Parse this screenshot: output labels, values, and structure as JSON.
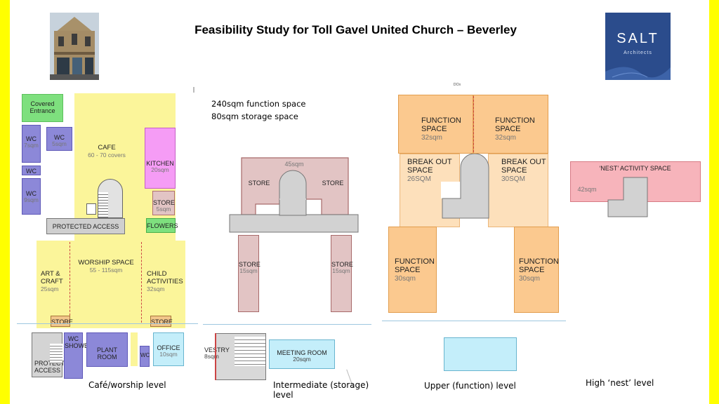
{
  "title": "Feasibility Study for Toll Gavel United Church – Beverley",
  "logo": {
    "text": "SALT",
    "subtext": "Architects",
    "color": "#2b4c8c"
  },
  "notes": {
    "line1": "240sqm function space",
    "line2": "80sqm storage space"
  },
  "levels": {
    "cafe": {
      "caption": "Café/worship level",
      "covered_entrance": "Covered Entrance",
      "wc_label": "WC",
      "wc1_area": "7sqm",
      "wc2_area": "5sqm",
      "wc4_area": "9sqm",
      "cafe": "CAFE",
      "cafe_covers": "60 - 70 covers",
      "kitchen": "KITCHEN",
      "kitchen_area": "20sqm",
      "store": "STORE",
      "store_area": "5sqm",
      "flowers": "FLOWERS",
      "protected_access": "PROTECTED ACCESS",
      "worship": "WORSHIP SPACE",
      "worship_area": "55 - 115sqm",
      "art": "ART & CRAFT",
      "art_area": "25sqm",
      "child": "CHILD ACTIVITIES",
      "child_area": "32sqm",
      "store_left": "STORE",
      "store_right": "STORE",
      "protected_access_lower": "PROTECTED ACCESS",
      "wc_shower": "WC SHOWER",
      "plant_room": "PLANT ROOM",
      "wc_small": "WC",
      "office": "OFFICE",
      "office_area": "10sqm"
    },
    "intermediate": {
      "caption": "Intermediate (storage) level",
      "top_area": "45sqm",
      "store_a": "STORE",
      "store_b": "STORE",
      "store_c": "STORE",
      "store_c_area": "15sqm",
      "store_d": "STORE",
      "store_d_area": "15sqm",
      "vestry": "VESTRY",
      "vestry_area": "8sqm",
      "meeting": "MEETING ROOM",
      "meeting_area": "20sqm"
    },
    "upper": {
      "caption": "Upper (function) level",
      "fs1": "FUNCTION SPACE",
      "fs1_area": "32sqm",
      "fs2": "FUNCTION SPACE",
      "fs2_area": "32sqm",
      "bo1": "BREAK OUT SPACE",
      "bo1_area": "26SQM",
      "bo2": "BREAK OUT SPACE",
      "bo2_area": "30SQM",
      "fs3": "FUNCTION SPACE",
      "fs3_area": "30sqm",
      "fs4": "FUNCTION SPACE",
      "fs4_area": "30sqm",
      "stray": "ᴰᴼˣ"
    },
    "nest": {
      "caption": "High ‘nest’ level",
      "activity": "‘NEST’ ACTIVITY SPACE",
      "area": "42sqm"
    }
  },
  "colors": {
    "yellow_zone": "#fbf59a",
    "green": "#7ee07e",
    "blue_room": "#8c88d8",
    "magenta": "#f59cf5",
    "pink_store": "#e2c4c4",
    "orange": "#fbc98f",
    "light_orange": "#fde0bb",
    "cyan": "#c4eefa",
    "red_zone": "#f7b4bb",
    "grey": "#d2d2d2"
  }
}
